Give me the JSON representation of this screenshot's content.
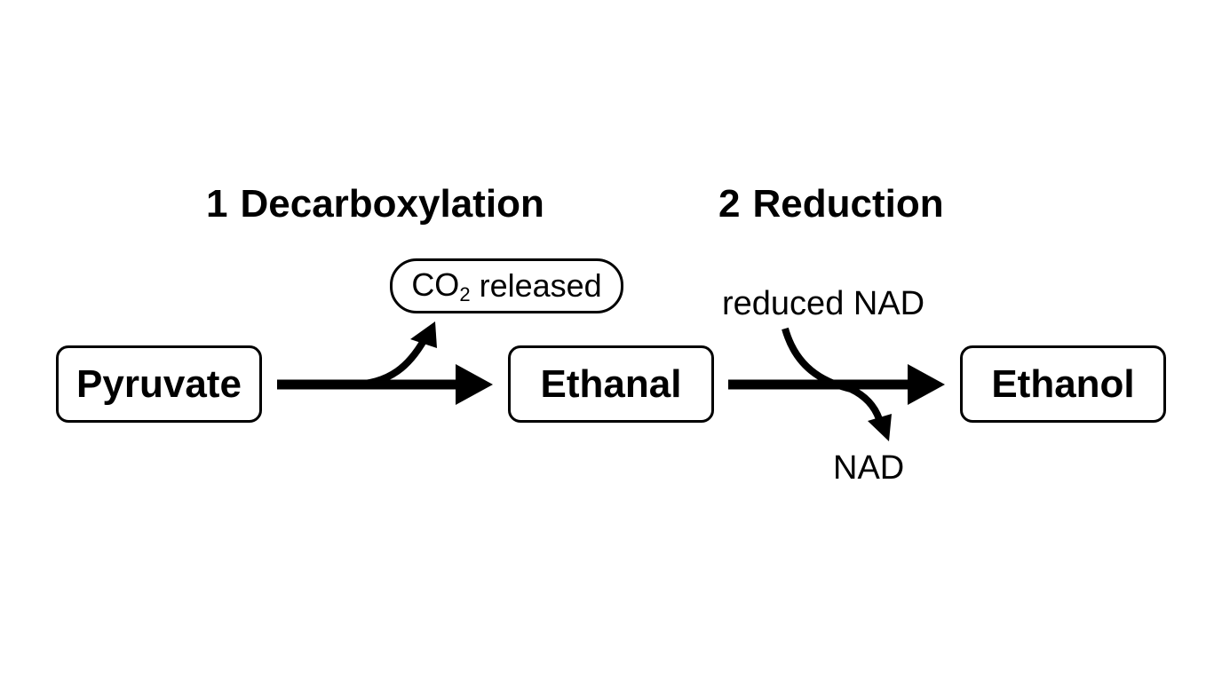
{
  "steps": [
    {
      "number": "1",
      "name": "Decarboxylation"
    },
    {
      "number": "2",
      "name": "Reduction"
    }
  ],
  "molecules": {
    "pyruvate": "Pyruvate",
    "ethanal": "Ethanal",
    "ethanol": "Ethanol"
  },
  "byproducts": {
    "co2_formula": "CO",
    "co2_subscript": "2",
    "co2_text": "released",
    "reduced_nad": "reduced NAD",
    "nad": "NAD"
  }
}
